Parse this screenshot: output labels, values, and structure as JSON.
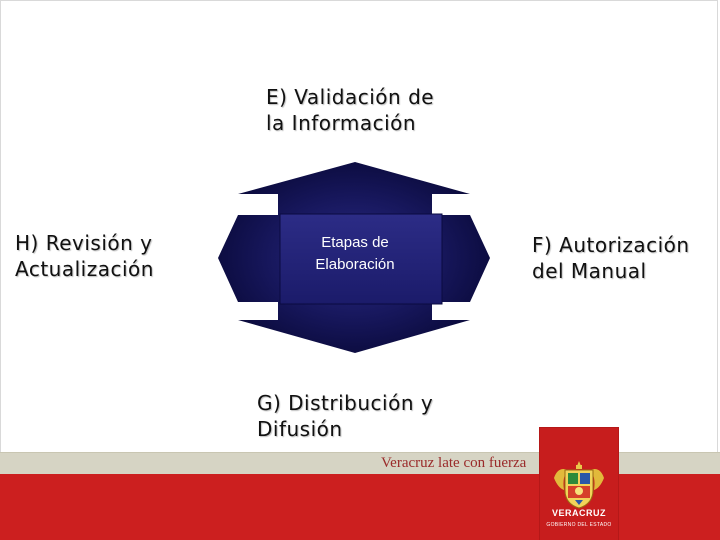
{
  "diagram": {
    "center": {
      "line1": "Etapas de",
      "line2": "Elaboración"
    },
    "top": {
      "line1": "E) Validación de",
      "line2": "la Información"
    },
    "left": {
      "line1": "H) Revisión y",
      "line2": "Actualización"
    },
    "right": {
      "line1": "F) Autorización",
      "line2": "del  Manual"
    },
    "bottom": {
      "line1": "G) Distribución y",
      "line2": "Difusión"
    }
  },
  "footer": {
    "tagline": "Veracruz late con fuerza",
    "logo_word": "VERACRUZ",
    "logo_sub": "GOBIERNO DEL ESTADO"
  },
  "colors": {
    "arrow_dark": "#0b0b3e",
    "arrow_mid": "#1f1f7a",
    "center_box": "#25257e",
    "footer_red": "#cc1f1f",
    "footer_stripe": "#d6d4c4",
    "tagline": "#9a2a2a"
  },
  "icons": {
    "cross_arrow": "four-way-arrow-icon",
    "coat_of_arms": "coat-of-arms-icon"
  }
}
